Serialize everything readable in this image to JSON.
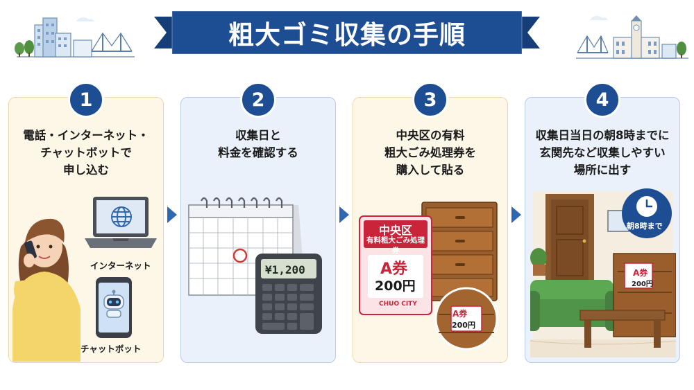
{
  "title": "粗大ゴミ収集の手順",
  "colors": {
    "navy": "#1d4e93",
    "cream": "#fdf7e7",
    "lightblue": "#eaf1fa",
    "red": "#c9243a"
  },
  "steps": [
    {
      "number": "1",
      "lines": [
        "電話・インターネット・",
        "チャットボットで",
        "申し込む"
      ]
    },
    {
      "number": "2",
      "lines": [
        "収集日と",
        "料金を確認する"
      ]
    },
    {
      "number": "3",
      "lines": [
        "中央区の有料",
        "粗大ごみ処理券を",
        "購入して貼る"
      ]
    },
    {
      "number": "4",
      "lines": [
        "収集日当日の朝8時までに",
        "玄関先など収集しやすい",
        "場所に出す"
      ]
    }
  ],
  "step1": {
    "internet_label": "インターネット",
    "chatbot_label": "チャットボット"
  },
  "step2": {
    "calculator_display": "¥1,200"
  },
  "step3": {
    "ticket_ward": "中央区",
    "ticket_name": "有料粗大ごみ処理券",
    "ticket_grade": "A券",
    "ticket_price": "200円",
    "ticket_city": "CHUO CITY",
    "sticker_grade": "A券",
    "sticker_price": "200円"
  },
  "step4": {
    "clock_label": "朝8時まで",
    "sticker_grade": "A券",
    "sticker_price": "200円"
  },
  "icons": [
    "globe-icon",
    "robot-icon",
    "clock-icon",
    "arrow-right-icon"
  ]
}
